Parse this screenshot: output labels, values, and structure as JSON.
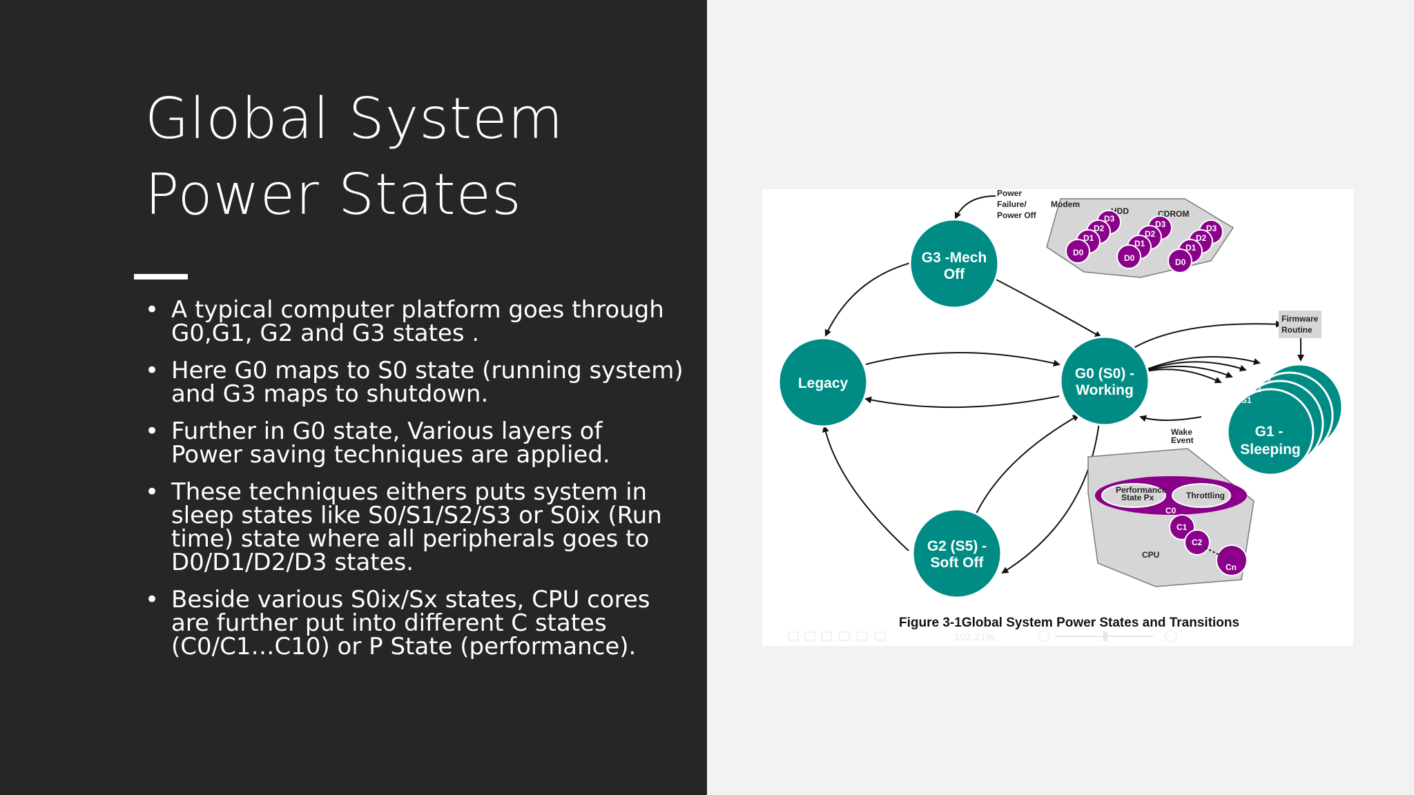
{
  "slide": {
    "title_line1": "Global  System",
    "title_line2": "Power States",
    "bullet_char": "•",
    "bullets": [
      {
        "line1": "A typical computer platform goes through",
        "line2": "G0,G1, G2 and G3 states .",
        "line3": "",
        "line4": ""
      },
      {
        "line1": "Here G0 maps to S0 state (running  system)",
        "line2": "and G3 maps to shutdown.",
        "line3": "",
        "line4": ""
      },
      {
        "line1": "Further in G0 state, Various layers of",
        "line2": "Power saving techniques are applied.",
        "line3": "",
        "line4": ""
      },
      {
        "line1": "These techniques eithers puts system in",
        "line2": "sleep states like  S0/S1/S2/S3 or S0ix (Run",
        "line3": "time) state where all peripherals goes to",
        "line4": "D0/D1/D2/D3  states."
      },
      {
        "line1": "Beside various S0ix/Sx states, CPU cores",
        "line2": "are further put into different C states",
        "line3": "(C0/C1…C10) or P State (performance).",
        "line4": ""
      }
    ]
  },
  "diagram": {
    "nodes": {
      "g3_line1": "G3 -Mech",
      "g3_line2": "Off",
      "legacy": "Legacy",
      "g0_line1": "G0 (S0) -",
      "g0_line2": "Working",
      "g1_line1": "G1 -",
      "g1_line2": "Sleeping",
      "g2_line1": "G2 (S5) -",
      "g2_line2": "Soft Off"
    },
    "power_failure": [
      "Power",
      "Failure/",
      "Power Off"
    ],
    "firmware": [
      "Firmware",
      "Routine"
    ],
    "wake_event": [
      "Wake",
      "Event"
    ],
    "sleep_states": [
      "S4",
      "S3",
      "S2",
      "S1"
    ],
    "devices": {
      "modem": "Modem",
      "hdd": "HDD",
      "cdrom": "CDROM",
      "d_states": [
        "D0",
        "D1",
        "D2",
        "D3"
      ]
    },
    "cpu": {
      "label": "CPU",
      "performance": [
        "Performance",
        "State Px"
      ],
      "throttling": "Throttling",
      "c_states": [
        "C0",
        "C1",
        "C2",
        "Cn"
      ]
    },
    "caption": "Figure 3-1Global System Power States and Transitions",
    "zoom_readout": "102.21%",
    "colors": {
      "teal": "#008b85",
      "purple": "#8b008b",
      "gray_region": "#d6d6d6",
      "dark_panel": "#262626"
    }
  }
}
